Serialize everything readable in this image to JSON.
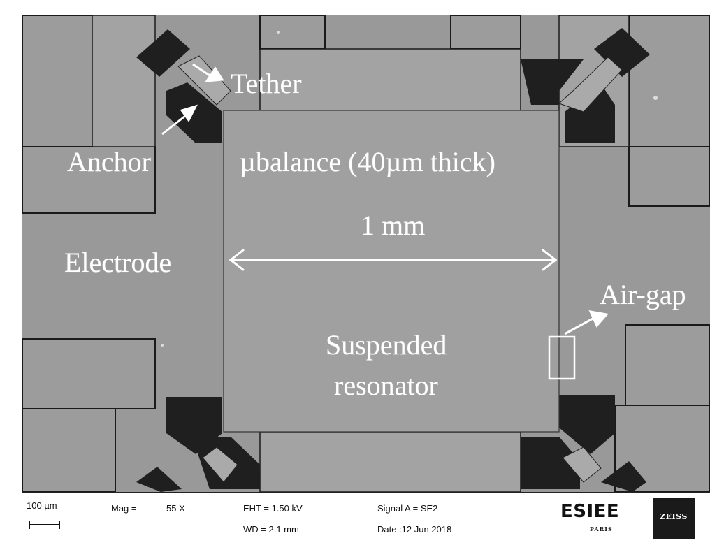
{
  "annotations": {
    "tether": "Tether",
    "anchor": "Anchor",
    "ubalance": "µbalance (40µm thick)",
    "dimension": "1 mm",
    "electrode": "Electrode",
    "air_gap": "Air-gap",
    "suspended_1": "Suspended",
    "suspended_2": "resonator"
  },
  "sem_databar": {
    "scale_label": "100 µm",
    "mag_label": "Mag =",
    "mag_value": "55 X",
    "eht": "EHT =  1.50 kV",
    "wd": "WD =  2.1 mm",
    "signal": "Signal A = SE2",
    "date": "Date :12 Jun 2018",
    "logo_esiee": "ESIEE",
    "logo_esiee_sub": "PARIS",
    "logo_zeiss": "ZEISS"
  },
  "colors": {
    "background_gray": "#9a9a9a",
    "plate_gray": "#a0a0a0",
    "trench_dark": "#1e1e1e",
    "annotation_white": "#ffffff"
  }
}
